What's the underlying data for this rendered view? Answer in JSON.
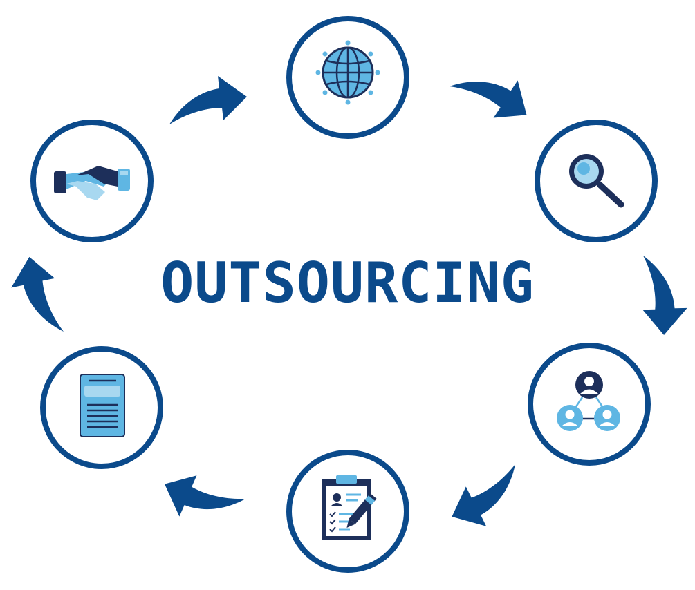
{
  "title": "OUTSOURCING",
  "colors": {
    "navy": "#0b4a8b",
    "dark": "#1d2f5a",
    "light_blue": "#5fb6e3",
    "pale_blue": "#a8d8f0",
    "white": "#ffffff"
  },
  "nodes": [
    {
      "id": "globe",
      "icon": "globe-icon"
    },
    {
      "id": "search",
      "icon": "magnifier-icon"
    },
    {
      "id": "network",
      "icon": "people-network-icon"
    },
    {
      "id": "checklist",
      "icon": "clipboard-checklist-icon"
    },
    {
      "id": "document",
      "icon": "document-icon"
    },
    {
      "id": "handshake",
      "icon": "handshake-icon"
    }
  ],
  "cycle_direction": "clockwise"
}
